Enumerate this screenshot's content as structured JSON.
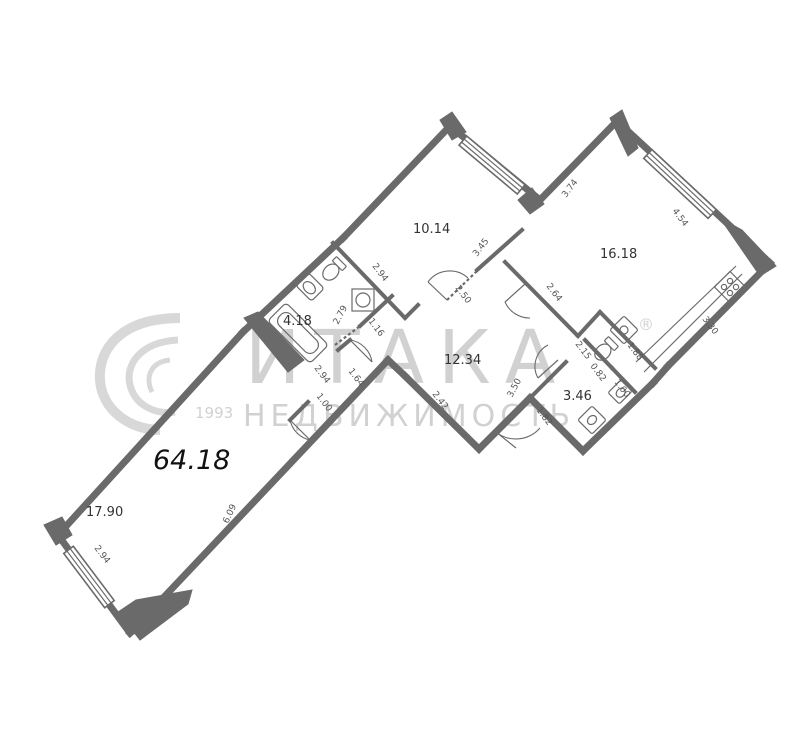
{
  "plan": {
    "total_area": "64.18",
    "rooms": [
      {
        "id": "room-17-90",
        "area": "17.90"
      },
      {
        "id": "room-10-14",
        "area": "10.14"
      },
      {
        "id": "room-16-18",
        "area": "16.18"
      },
      {
        "id": "room-12-34",
        "area": "12.34"
      },
      {
        "id": "room-4-18",
        "area": "4.18"
      },
      {
        "id": "room-3-46",
        "area": "3.46"
      }
    ],
    "dimensions": [
      "2.94",
      "6.09",
      "2.94",
      "3.45",
      "2.50",
      "3.74",
      "4.54",
      "2.64",
      "3.30",
      "1.88",
      "1.16",
      "2.79",
      "2.94",
      "1.64",
      "1.00",
      "2.42",
      "3.50",
      "2.15",
      "0.82",
      "1.00",
      "1.82"
    ]
  },
  "watermark": {
    "brand": "ИТАКА",
    "subtitle": "НЕДВИЖИМОСТЬ",
    "year": "1993",
    "registered_mark": "®"
  },
  "colors": {
    "wall": "#6a6a6a",
    "background": "#ffffff",
    "watermark": "#c9c9c9"
  }
}
